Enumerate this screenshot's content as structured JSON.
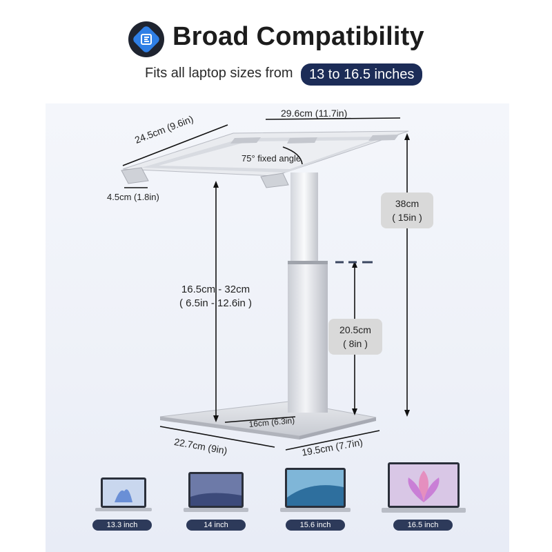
{
  "header": {
    "title": "Broad Compatibility",
    "subtitle": "Fits all laptop sizes from",
    "highlight": "13 to 16.5 inches"
  },
  "icons": {
    "logo": "compatibility-logo-icon"
  },
  "dimensions": {
    "top_width": "29.6cm (11.7in)",
    "depth": "24.5cm (9.6in)",
    "angle": "75° fixed angle",
    "lip": "4.5cm (1.8in)",
    "total_height_line1": "38cm",
    "total_height_line2": "( 15in )",
    "adjust_range_line1": "16.5cm - 32cm",
    "adjust_range_line2": "( 6.5in - 12.6in )",
    "min_height_line1": "20.5cm",
    "min_height_line2": "( 8in )",
    "base_inner": "16cm (6.3in)",
    "base_depth": "22.7cm (9in)",
    "base_width": "19.5cm (7.7in)"
  },
  "laptops": [
    {
      "label": "13.3 inch"
    },
    {
      "label": "14 inch"
    },
    {
      "label": "15.6 inch"
    },
    {
      "label": "16.5 inch"
    }
  ]
}
